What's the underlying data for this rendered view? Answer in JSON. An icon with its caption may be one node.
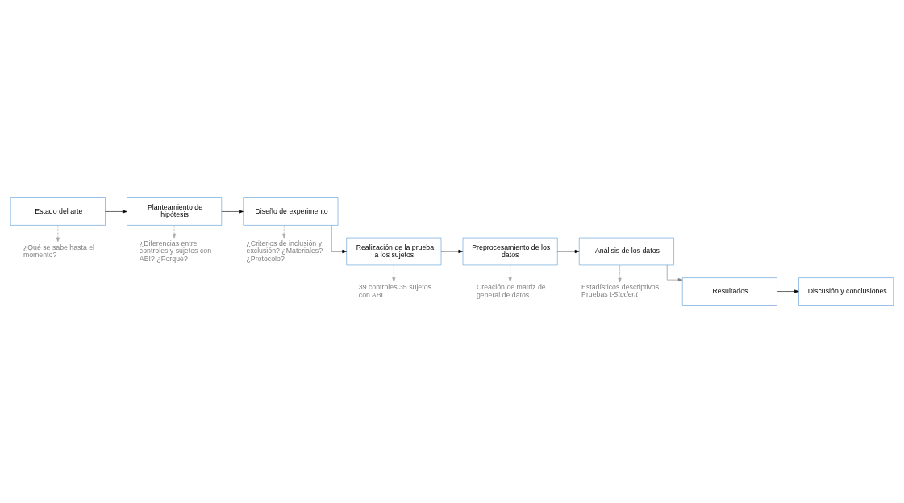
{
  "diagram": {
    "nodes": [
      {
        "text": [
          "Estado del arte"
        ]
      },
      {
        "text": [
          "Planteamiento de hipótesis"
        ]
      },
      {
        "text": [
          "Diseño de experimento"
        ]
      },
      {
        "text": [
          "¿Qué se sabe hasta el momento?"
        ]
      },
      {
        "text": [
          "¿Diferencias entre controles y sujetos con ABI? ¿Porqué?"
        ]
      },
      {
        "text": [
          "¿Criterios de inclusión y exclusión? ¿Materiales? ¿Protocolo?"
        ]
      },
      {
        "text": [
          "Análisis de los datos"
        ]
      },
      {
        "text": [
          "Preprocesamiento de los datos"
        ]
      },
      {
        "text": [
          "Realización de la prueba a los sujetos"
        ]
      },
      {
        "text": [
          "Estadísticos descriptivos Pruebas t-*Student*"
        ]
      },
      {
        "text": [
          "Creación de matriz de general de datos"
        ]
      },
      {
        "text": [
          "39 controles 35 sujetos con ABI"
        ]
      },
      {
        "text": [
          "Resultados"
        ]
      },
      {
        "text": [
          "Discusión y conclusiones"
        ]
      }
    ],
    "edges": [
      {
        "from": 0,
        "to": 1,
        "arrow": "to"
      },
      {
        "from": 1,
        "to": 2,
        "arrow": "to"
      },
      {
        "from": 0,
        "to": 3,
        "arrow": "to",
        "style": "dashed",
        "color": "#a6a6a6"
      },
      {
        "from": 1,
        "to": 4,
        "arrow": "to",
        "style": "dashed",
        "color": "#a6a6a6"
      },
      {
        "from": 2,
        "to": 5,
        "arrow": "to",
        "style": "dashed",
        "color": "#a6a6a6"
      },
      {
        "from": 2,
        "to": 8,
        "arrow": "to"
      },
      {
        "from": 8,
        "to": 7,
        "arrow": "to"
      },
      {
        "from": 7,
        "to": 6,
        "arrow": "to"
      },
      {
        "from": 6,
        "to": 9,
        "arrow": "to",
        "style": "dashed",
        "color": "#a6a6a6"
      },
      {
        "from": 7,
        "to": 10,
        "arrow": "to",
        "style": "dashed",
        "color": "#a6a6a6"
      },
      {
        "from": 8,
        "to": 11,
        "arrow": "to",
        "style": "dashed",
        "color": "#a6a6a6"
      },
      {
        "from": 6,
        "to": 12,
        "arrow": "to",
        "color": "#7f7f7f"
      },
      {
        "from": 12,
        "to": 13,
        "arrow": "to"
      }
    ]
  }
}
